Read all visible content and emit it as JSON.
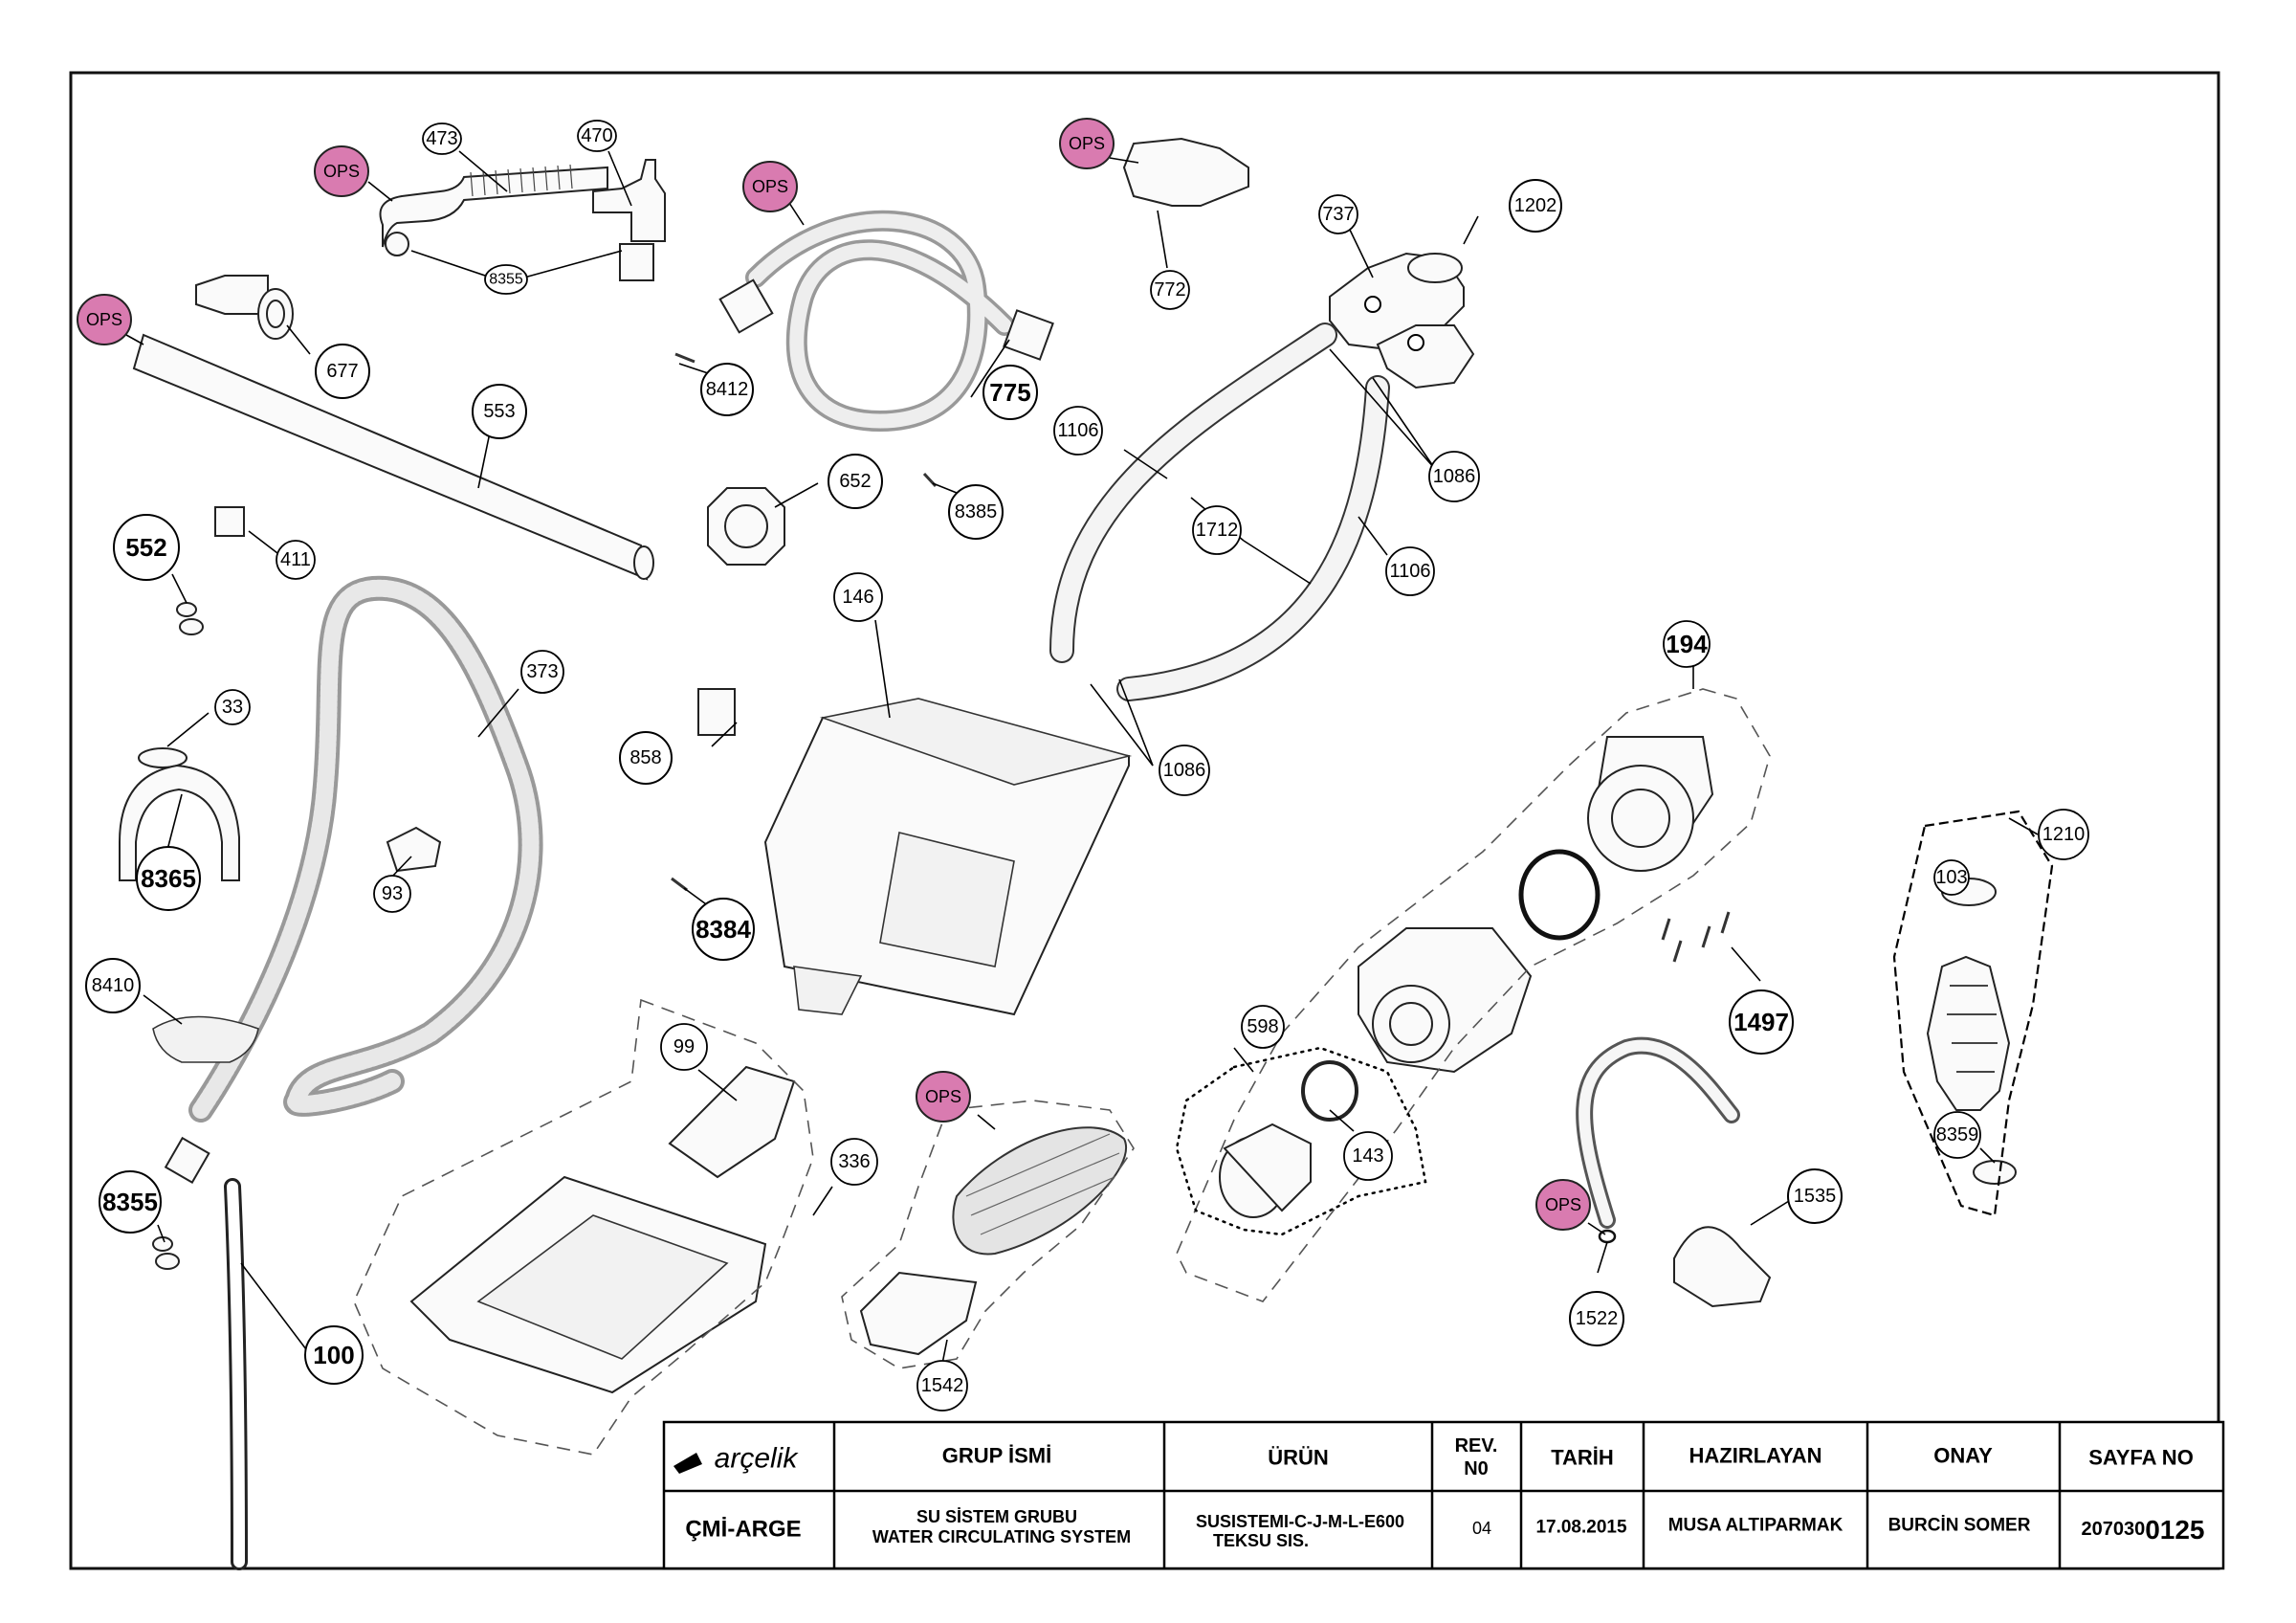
{
  "diagram": {
    "callouts": [
      {
        "id": "c473",
        "label": "473"
      },
      {
        "id": "c470",
        "label": "470"
      },
      {
        "id": "c8355a",
        "label": "8355"
      },
      {
        "id": "c677",
        "label": "677"
      },
      {
        "id": "c553",
        "label": "553"
      },
      {
        "id": "c552",
        "label": "552"
      },
      {
        "id": "c411",
        "label": "411"
      },
      {
        "id": "c373",
        "label": "373"
      },
      {
        "id": "c33",
        "label": "33"
      },
      {
        "id": "c8365",
        "label": "8365"
      },
      {
        "id": "c93",
        "label": "93"
      },
      {
        "id": "c8410",
        "label": "8410"
      },
      {
        "id": "c8355b",
        "label": "8355"
      },
      {
        "id": "c100",
        "label": "100"
      },
      {
        "id": "c8412",
        "label": "8412"
      },
      {
        "id": "c775",
        "label": "775"
      },
      {
        "id": "c652",
        "label": "652"
      },
      {
        "id": "c8385",
        "label": "8385"
      },
      {
        "id": "c772",
        "label": "772"
      },
      {
        "id": "c737",
        "label": "737"
      },
      {
        "id": "c1202",
        "label": "1202"
      },
      {
        "id": "c1106a",
        "label": "1106"
      },
      {
        "id": "c1712",
        "label": "1712"
      },
      {
        "id": "c1086a",
        "label": "1086"
      },
      {
        "id": "c1106b",
        "label": "1106"
      },
      {
        "id": "c146",
        "label": "146"
      },
      {
        "id": "c858",
        "label": "858"
      },
      {
        "id": "c1086b",
        "label": "1086"
      },
      {
        "id": "c8384",
        "label": "8384"
      },
      {
        "id": "c194",
        "label": "194"
      },
      {
        "id": "c99",
        "label": "99"
      },
      {
        "id": "c336",
        "label": "336"
      },
      {
        "id": "c1542",
        "label": "1542"
      },
      {
        "id": "c598",
        "label": "598"
      },
      {
        "id": "c143",
        "label": "143"
      },
      {
        "id": "c1497",
        "label": "1497"
      },
      {
        "id": "c1522",
        "label": "1522"
      },
      {
        "id": "c1535",
        "label": "1535"
      },
      {
        "id": "c1210",
        "label": "1210"
      },
      {
        "id": "c103",
        "label": "103"
      },
      {
        "id": "c8359",
        "label": "8359"
      }
    ],
    "ops_label": "OPS"
  },
  "title_block": {
    "brand": "arçelik",
    "headers": {
      "group": "GRUP İSMİ",
      "product": "ÜRÜN",
      "rev": "REV.\nN0",
      "date": "TARİH",
      "prepared": "HAZIRLAYAN",
      "approval": "ONAY",
      "page": "SAYFA NO"
    },
    "values": {
      "department": "ÇMİ-ARGE",
      "group_line1": "SU SİSTEM GRUBU",
      "group_line2": "WATER CIRCULATING SYSTEM",
      "product_line1": "SUSISTEMI-C-J-M-L-E600",
      "product_line2": "TEKSU SIS.",
      "rev": "04",
      "date": "17.08.2015",
      "prepared": "MUSA ALTIPARMAK",
      "approval": "BURCİN SOMER",
      "page_prefix": "207030",
      "page_suffix": "0125"
    }
  }
}
